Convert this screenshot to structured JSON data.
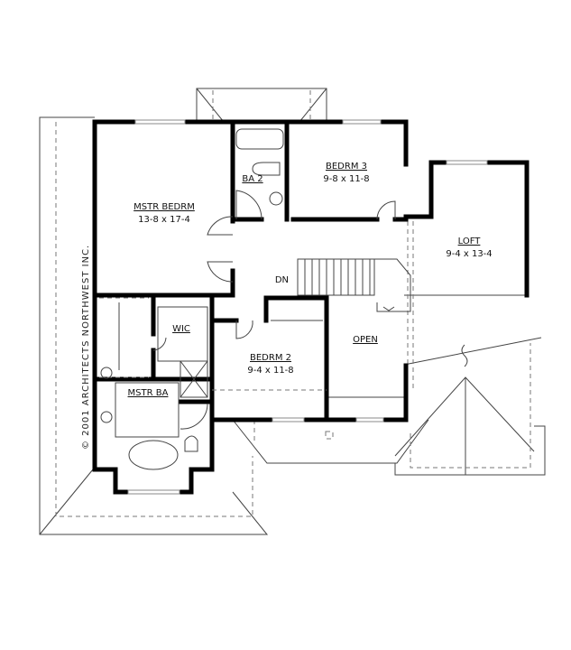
{
  "rooms": {
    "master_bedroom": {
      "name": "MSTR BEDRM",
      "size": "13-8 x 17-4"
    },
    "bath_2": {
      "name": "BA 2"
    },
    "bedroom_3": {
      "name": "BEDRM 3",
      "size": "9-8 x 11-8"
    },
    "loft": {
      "name": "LOFT",
      "size": "9-4 x 13-4"
    },
    "walk_in_closet": {
      "name": "WIC"
    },
    "bedroom_2": {
      "name": "BEDRM 2",
      "size": "9-4 x 11-8"
    },
    "open": {
      "name": "OPEN"
    },
    "master_bath": {
      "name": "MSTR BA"
    }
  },
  "stairs_label": "DN",
  "copyright": "© 2001 ARCHITECTS NORTHWEST INC."
}
